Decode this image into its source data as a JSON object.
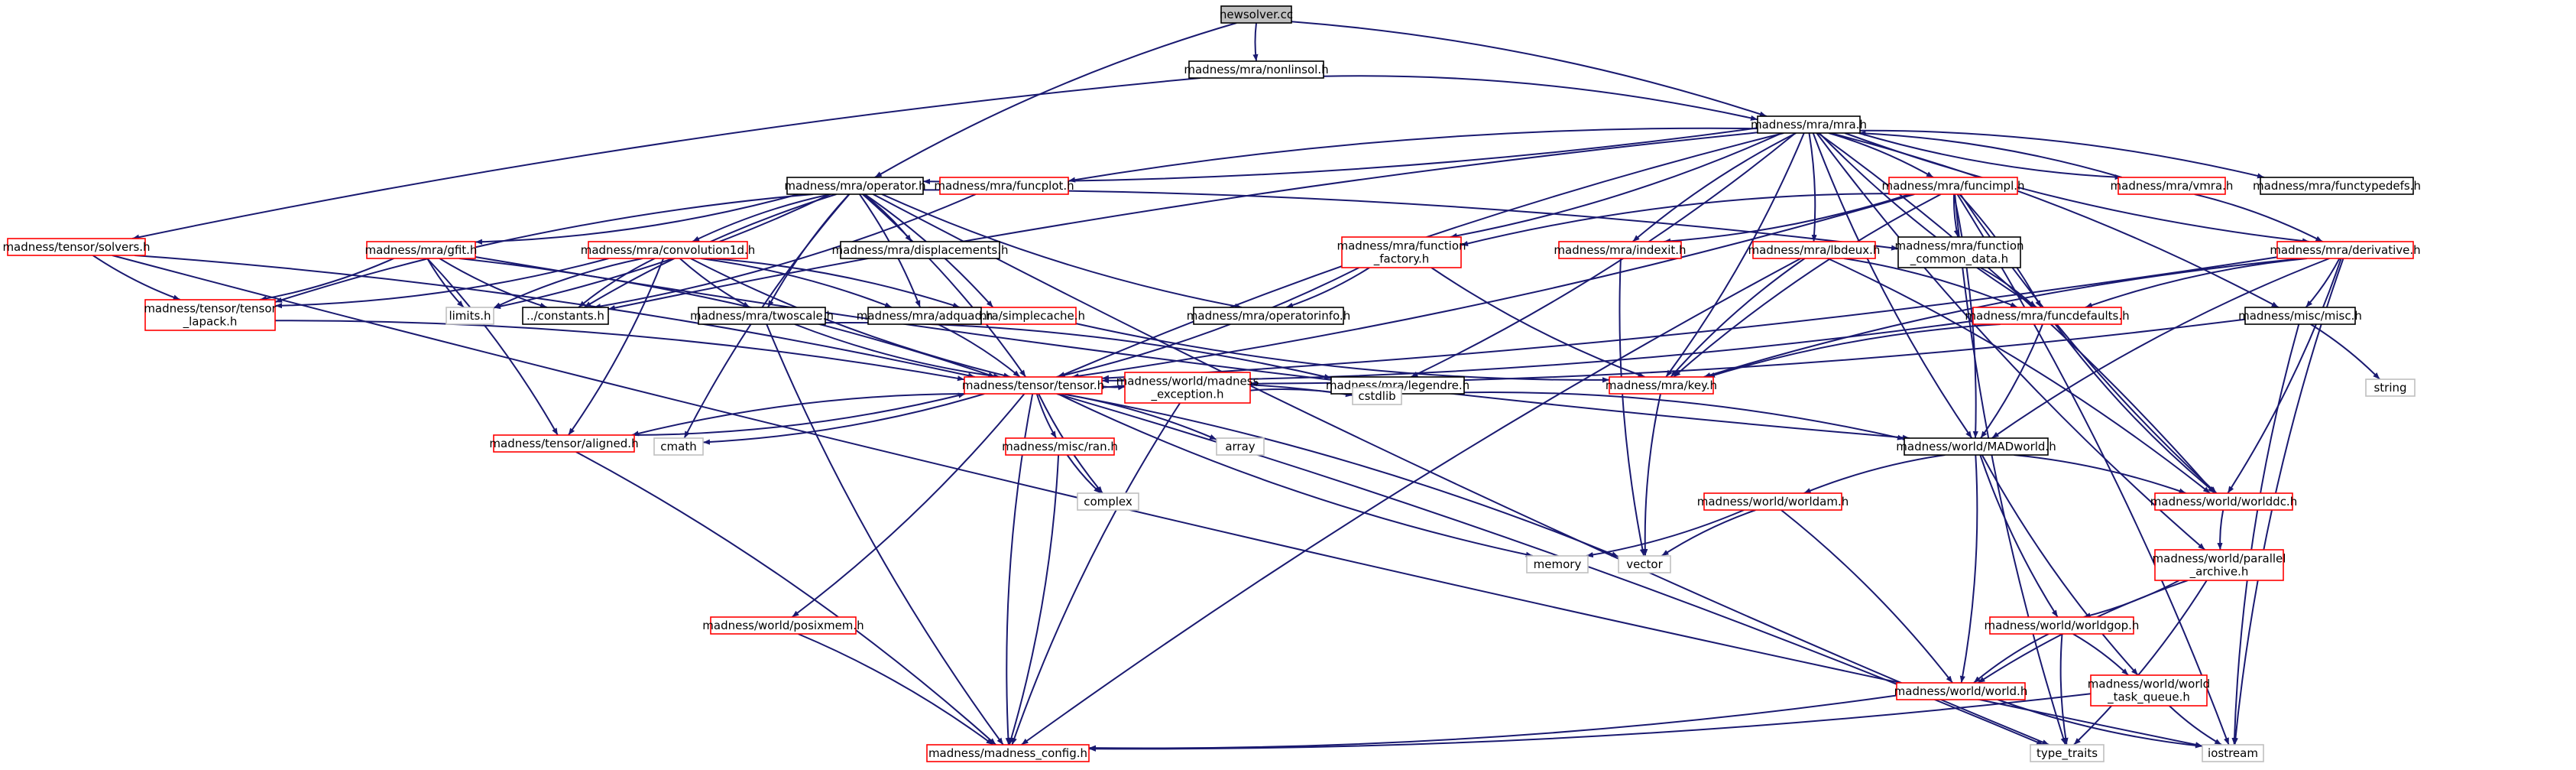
{
  "colors": {
    "edge": "#191970",
    "root_fill": "#bfbfbf",
    "node_fill": "#ffffff",
    "border_default": "#000000",
    "border_red": "#ff0000",
    "border_grey": "#bfbfbf",
    "text": "#000000"
  },
  "nodes": [
    {
      "id": "newsolver",
      "label": "newsolver.cc",
      "style": "root"
    },
    {
      "id": "nonlinsol",
      "label": "madness/mra/nonlinsol.h",
      "style": "black"
    },
    {
      "id": "mra",
      "label": "madness/mra/mra.h",
      "style": "black"
    },
    {
      "id": "solvers",
      "label": "madness/tensor/solvers.h",
      "style": "red"
    },
    {
      "id": "operator",
      "label": "madness/mra/operator.h",
      "style": "black"
    },
    {
      "id": "funcplot",
      "label": "madness/mra/funcplot.h",
      "style": "red"
    },
    {
      "id": "funcimpl",
      "label": "madness/mra/funcimpl.h",
      "style": "red"
    },
    {
      "id": "vmra",
      "label": "madness/mra/vmra.h",
      "style": "red"
    },
    {
      "id": "functypedefs",
      "label": "madness/mra/functypedefs.h",
      "style": "black"
    },
    {
      "id": "gfit",
      "label": "madness/mra/gfit.h",
      "style": "red"
    },
    {
      "id": "convolution1d",
      "label": "madness/mra/convolution1d.h",
      "style": "red"
    },
    {
      "id": "displacements",
      "label": "madness/mra/displacements.h",
      "style": "black"
    },
    {
      "id": "function_factory",
      "label": [
        "madness/mra/function",
        "_factory.h"
      ],
      "style": "red"
    },
    {
      "id": "indexit",
      "label": "madness/mra/indexit.h",
      "style": "red"
    },
    {
      "id": "lbdeux",
      "label": "madness/mra/lbdeux.h",
      "style": "red"
    },
    {
      "id": "function_common_data",
      "label": [
        "madness/mra/function",
        "_common_data.h"
      ],
      "style": "black"
    },
    {
      "id": "derivative",
      "label": "madness/mra/derivative.h",
      "style": "red"
    },
    {
      "id": "tensor_lapack",
      "label": [
        "madness/tensor/tensor",
        "_lapack.h"
      ],
      "style": "red"
    },
    {
      "id": "limits",
      "label": "limits.h",
      "style": "grey"
    },
    {
      "id": "constants",
      "label": "../constants.h",
      "style": "black"
    },
    {
      "id": "simplecache",
      "label": "madness/mra/simplecache.h",
      "style": "red"
    },
    {
      "id": "operatorinfo",
      "label": "madness/mra/operatorinfo.h",
      "style": "black"
    },
    {
      "id": "funcdefaults",
      "label": "madness/mra/funcdefaults.h",
      "style": "red"
    },
    {
      "id": "misc",
      "label": "madness/misc/misc.h",
      "style": "black"
    },
    {
      "id": "twoscale",
      "label": "madness/mra/twoscale.h",
      "style": "black"
    },
    {
      "id": "adquad",
      "label": "madness/mra/adquad.h",
      "style": "black"
    },
    {
      "id": "tensor",
      "label": "madness/tensor/tensor.h",
      "style": "red"
    },
    {
      "id": "madness_exception",
      "label": [
        "madness/world/madness",
        "_exception.h"
      ],
      "style": "red"
    },
    {
      "id": "key",
      "label": "madness/mra/key.h",
      "style": "red"
    },
    {
      "id": "legendre",
      "label": "madness/mra/legendre.h",
      "style": "black"
    },
    {
      "id": "string",
      "label": "string",
      "style": "grey"
    },
    {
      "id": "aligned",
      "label": "madness/tensor/aligned.h",
      "style": "red"
    },
    {
      "id": "cmath",
      "label": "cmath",
      "style": "grey"
    },
    {
      "id": "ran",
      "label": "madness/misc/ran.h",
      "style": "red"
    },
    {
      "id": "array",
      "label": "array",
      "style": "grey"
    },
    {
      "id": "cstdlib",
      "label": "cstdlib",
      "style": "grey"
    },
    {
      "id": "madworld",
      "label": "madness/world/MADworld.h",
      "style": "black"
    },
    {
      "id": "complex",
      "label": "complex",
      "style": "grey"
    },
    {
      "id": "worldam",
      "label": "madness/world/worldam.h",
      "style": "red"
    },
    {
      "id": "worlddc",
      "label": "madness/world/worlddc.h",
      "style": "red"
    },
    {
      "id": "memory",
      "label": "memory",
      "style": "grey"
    },
    {
      "id": "vector",
      "label": "vector",
      "style": "grey"
    },
    {
      "id": "parallel_archive",
      "label": [
        "madness/world/parallel",
        "_archive.h"
      ],
      "style": "red"
    },
    {
      "id": "worldgop",
      "label": "madness/world/worldgop.h",
      "style": "red"
    },
    {
      "id": "posixmem",
      "label": "madness/world/posixmem.h",
      "style": "red"
    },
    {
      "id": "world",
      "label": "madness/world/world.h",
      "style": "red"
    },
    {
      "id": "task_queue",
      "label": [
        "madness/world/world",
        "_task_queue.h"
      ],
      "style": "red"
    },
    {
      "id": "madness_config",
      "label": "madness/madness_config.h",
      "style": "red"
    },
    {
      "id": "type_traits",
      "label": "type_traits",
      "style": "grey"
    },
    {
      "id": "iostream",
      "label": "iostream",
      "style": "grey"
    }
  ],
  "edges": [
    [
      "newsolver",
      "nonlinsol"
    ],
    [
      "newsolver",
      "mra"
    ],
    [
      "newsolver",
      "operator"
    ],
    [
      "nonlinsol",
      "mra"
    ],
    [
      "nonlinsol",
      "solvers"
    ],
    [
      "mra",
      "operator"
    ],
    [
      "mra",
      "funcplot"
    ],
    [
      "mra",
      "funcimpl"
    ],
    [
      "mra",
      "vmra"
    ],
    [
      "mra",
      "functypedefs"
    ],
    [
      "mra",
      "derivative"
    ],
    [
      "mra",
      "function_factory"
    ],
    [
      "mra",
      "indexit"
    ],
    [
      "mra",
      "lbdeux"
    ],
    [
      "mra",
      "funcdefaults"
    ],
    [
      "mra",
      "misc"
    ],
    [
      "mra",
      "tensor"
    ],
    [
      "mra",
      "key"
    ],
    [
      "mra",
      "madworld"
    ],
    [
      "mra",
      "worlddc"
    ],
    [
      "mra",
      "parallel_archive"
    ],
    [
      "mra",
      "legendre"
    ],
    [
      "mra",
      "constants"
    ],
    [
      "operator",
      "gfit"
    ],
    [
      "operator",
      "convolution1d"
    ],
    [
      "operator",
      "displacements"
    ],
    [
      "operator",
      "tensor_lapack"
    ],
    [
      "operator",
      "limits"
    ],
    [
      "operator",
      "constants"
    ],
    [
      "operator",
      "simplecache"
    ],
    [
      "operator",
      "operatorinfo"
    ],
    [
      "operator",
      "adquad"
    ],
    [
      "operator",
      "twoscale"
    ],
    [
      "operator",
      "function_common_data"
    ],
    [
      "operator",
      "cmath"
    ],
    [
      "operator",
      "tensor"
    ],
    [
      "operator",
      "type_traits"
    ],
    [
      "funcplot",
      "constants"
    ],
    [
      "funcimpl",
      "function_factory"
    ],
    [
      "funcimpl",
      "indexit"
    ],
    [
      "funcimpl",
      "function_common_data"
    ],
    [
      "funcimpl",
      "funcdefaults"
    ],
    [
      "funcimpl",
      "key"
    ],
    [
      "funcimpl",
      "madworld"
    ],
    [
      "funcimpl",
      "worlddc"
    ],
    [
      "funcimpl",
      "tensor"
    ],
    [
      "funcimpl",
      "type_traits"
    ],
    [
      "funcimpl",
      "iostream"
    ],
    [
      "vmra",
      "mra"
    ],
    [
      "vmra",
      "derivative"
    ],
    [
      "solvers",
      "tensor_lapack"
    ],
    [
      "solvers",
      "tensor"
    ],
    [
      "solvers",
      "iostream"
    ],
    [
      "gfit",
      "tensor_lapack"
    ],
    [
      "gfit",
      "constants"
    ],
    [
      "gfit",
      "tensor"
    ],
    [
      "gfit",
      "limits"
    ],
    [
      "gfit",
      "aligned"
    ],
    [
      "gfit",
      "madworld"
    ],
    [
      "convolution1d",
      "tensor_lapack"
    ],
    [
      "convolution1d",
      "constants"
    ],
    [
      "convolution1d",
      "simplecache"
    ],
    [
      "convolution1d",
      "twoscale"
    ],
    [
      "convolution1d",
      "adquad"
    ],
    [
      "convolution1d",
      "tensor"
    ],
    [
      "convolution1d",
      "aligned"
    ],
    [
      "convolution1d",
      "limits"
    ],
    [
      "function_factory",
      "operatorinfo"
    ],
    [
      "function_factory",
      "key"
    ],
    [
      "function_factory",
      "tensor"
    ],
    [
      "indexit",
      "vector"
    ],
    [
      "lbdeux",
      "funcdefaults"
    ],
    [
      "lbdeux",
      "key"
    ],
    [
      "lbdeux",
      "worlddc"
    ],
    [
      "lbdeux",
      "madness_config"
    ],
    [
      "function_common_data",
      "funcdefaults"
    ],
    [
      "derivative",
      "funcdefaults"
    ],
    [
      "derivative",
      "misc"
    ],
    [
      "derivative",
      "key"
    ],
    [
      "derivative",
      "worlddc"
    ],
    [
      "derivative",
      "madworld"
    ],
    [
      "derivative",
      "tensor"
    ],
    [
      "derivative",
      "iostream"
    ],
    [
      "tensor_lapack",
      "tensor"
    ],
    [
      "simplecache",
      "key"
    ],
    [
      "funcdefaults",
      "tensor"
    ],
    [
      "funcdefaults",
      "key"
    ],
    [
      "funcdefaults",
      "madworld"
    ],
    [
      "funcdefaults",
      "worlddc"
    ],
    [
      "misc",
      "string"
    ],
    [
      "misc",
      "iostream"
    ],
    [
      "misc",
      "madness_exception"
    ],
    [
      "twoscale",
      "tensor"
    ],
    [
      "twoscale",
      "legendre"
    ],
    [
      "twoscale",
      "madness_config"
    ],
    [
      "adquad",
      "tensor"
    ],
    [
      "tensor",
      "aligned"
    ],
    [
      "tensor",
      "cmath"
    ],
    [
      "tensor",
      "ran"
    ],
    [
      "tensor",
      "array"
    ],
    [
      "tensor",
      "complex"
    ],
    [
      "tensor",
      "cstdlib"
    ],
    [
      "tensor",
      "memory"
    ],
    [
      "tensor",
      "vector"
    ],
    [
      "tensor",
      "madness_exception"
    ],
    [
      "tensor",
      "posixmem"
    ],
    [
      "tensor",
      "madness_config"
    ],
    [
      "tensor",
      "type_traits"
    ],
    [
      "aligned",
      "tensor"
    ],
    [
      "aligned",
      "madness_config"
    ],
    [
      "madness_exception",
      "madness_config"
    ],
    [
      "madness_exception",
      "cstdlib"
    ],
    [
      "key",
      "vector"
    ],
    [
      "legendre",
      "madworld"
    ],
    [
      "ran",
      "complex"
    ],
    [
      "ran",
      "madness_config"
    ],
    [
      "madworld",
      "worldam"
    ],
    [
      "madworld",
      "worlddc"
    ],
    [
      "madworld",
      "worldgop"
    ],
    [
      "madworld",
      "world"
    ],
    [
      "madworld",
      "task_queue"
    ],
    [
      "worldam",
      "memory"
    ],
    [
      "worldam",
      "vector"
    ],
    [
      "worldam",
      "world"
    ],
    [
      "worlddc",
      "parallel_archive"
    ],
    [
      "parallel_archive",
      "worldgop"
    ],
    [
      "parallel_archive",
      "world"
    ],
    [
      "parallel_archive",
      "type_traits"
    ],
    [
      "worldgop",
      "world"
    ],
    [
      "worldgop",
      "task_queue"
    ],
    [
      "worldgop",
      "type_traits"
    ],
    [
      "world",
      "madness_config"
    ],
    [
      "world",
      "iostream"
    ],
    [
      "task_queue",
      "madness_config"
    ],
    [
      "task_queue",
      "iostream"
    ],
    [
      "posixmem",
      "madness_config"
    ]
  ]
}
